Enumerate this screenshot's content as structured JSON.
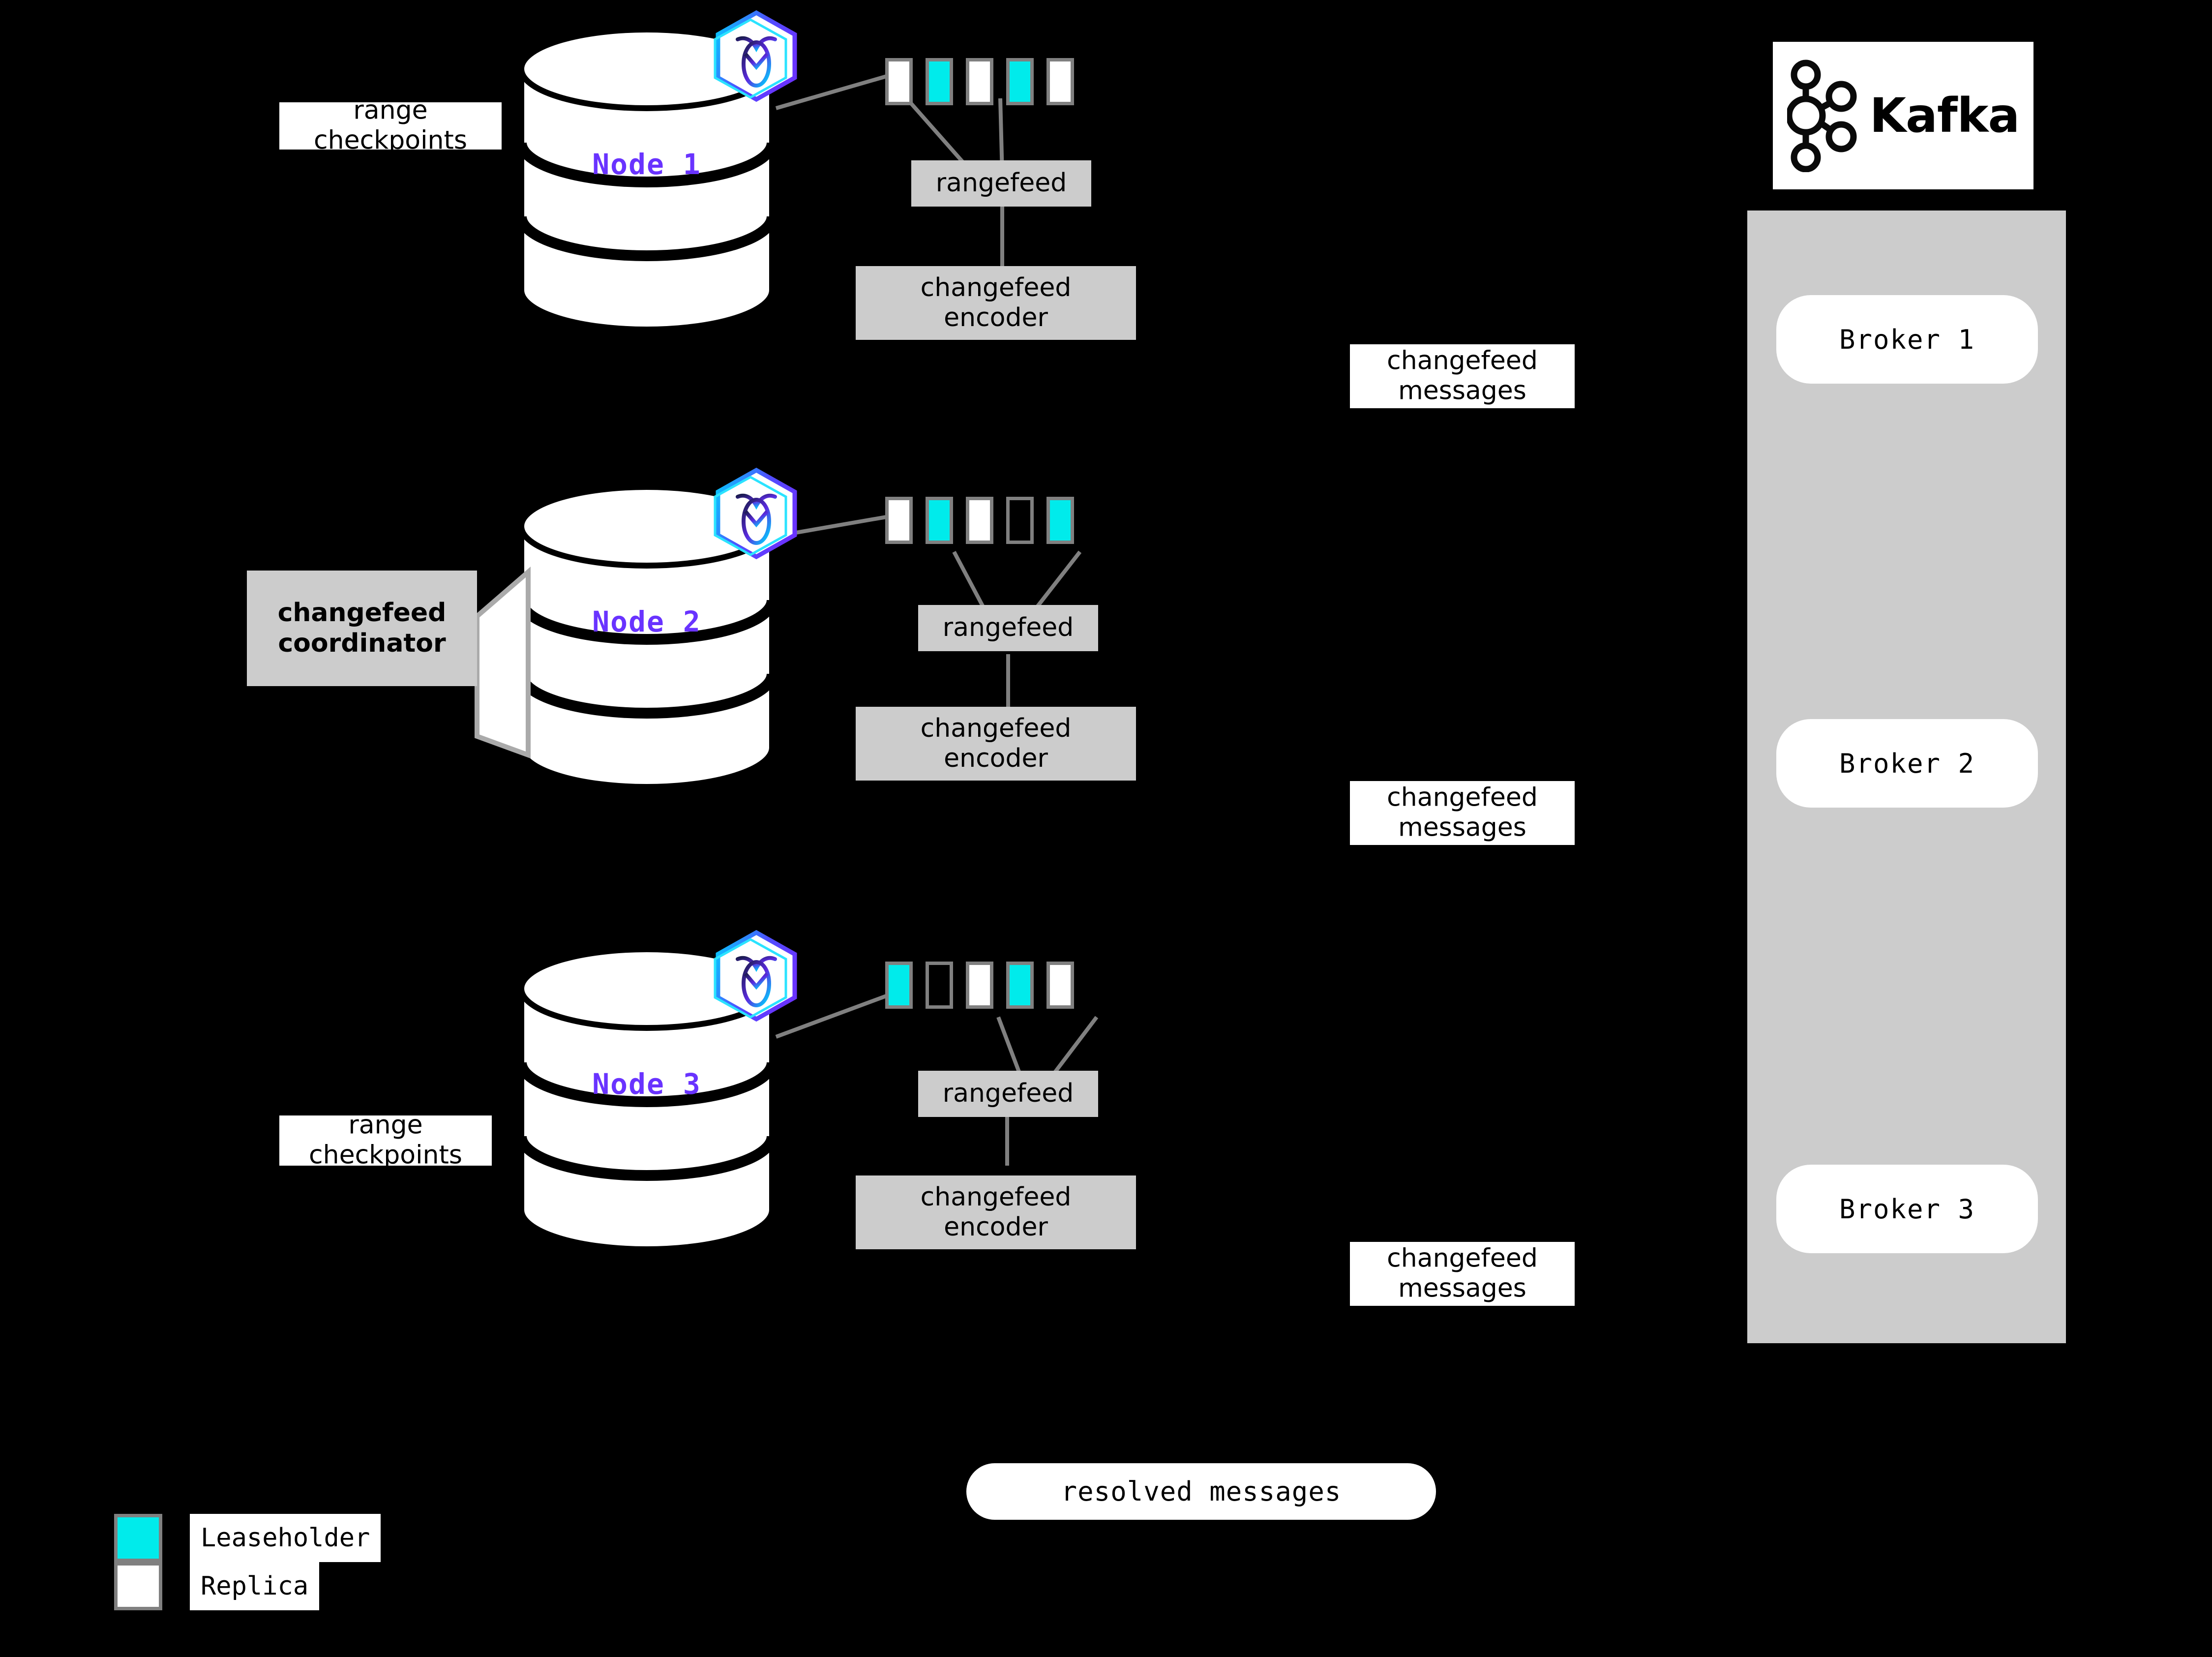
{
  "diagram": {
    "title": "CockroachDB changefeed to Kafka architecture",
    "background_color": "#000000",
    "accent_color": "#6933FF",
    "leaseholder_color": "#00EBEB",
    "replica_color": "#FFFFFF",
    "box_color": "#CCCCCC",
    "outline_color": "#808080"
  },
  "nodes": [
    {
      "label": "Node 1",
      "logo_icon": "cockroachdb-hexagon-icon",
      "ranges": [
        {
          "type": "replica"
        },
        {
          "type": "leaseholder"
        },
        {
          "type": "replica"
        },
        {
          "type": "leaseholder"
        },
        {
          "type": "replica"
        }
      ],
      "rangefeed_label": "rangefeed",
      "encoder_label": "changefeed\nencoder",
      "side_label": "range\ncheckpoints",
      "has_side_label": true,
      "has_coordinator": false,
      "messages_label": "changefeed\nmessages"
    },
    {
      "label": "Node 2",
      "logo_icon": "cockroachdb-hexagon-icon",
      "ranges": [
        {
          "type": "replica"
        },
        {
          "type": "leaseholder"
        },
        {
          "type": "replica"
        },
        {
          "type": "empty"
        },
        {
          "type": "leaseholder"
        }
      ],
      "rangefeed_label": "rangefeed",
      "encoder_label": "changefeed\nencoder",
      "side_label": "",
      "has_side_label": false,
      "has_coordinator": true,
      "coordinator_label": "changefeed\ncoordinator",
      "messages_label": "changefeed\nmessages"
    },
    {
      "label": "Node 3",
      "logo_icon": "cockroachdb-hexagon-icon",
      "ranges": [
        {
          "type": "leaseholder"
        },
        {
          "type": "empty"
        },
        {
          "type": "replica"
        },
        {
          "type": "leaseholder"
        },
        {
          "type": "replica"
        }
      ],
      "rangefeed_label": "rangefeed",
      "encoder_label": "changefeed\nencoder",
      "side_label": "range\ncheckpoints",
      "has_side_label": true,
      "has_coordinator": false,
      "messages_label": "changefeed\nmessages"
    }
  ],
  "kafka": {
    "brand": "Kafka",
    "logo_icon": "kafka-logo-icon",
    "brokers": [
      {
        "label": "Broker 1"
      },
      {
        "label": "Broker 2"
      },
      {
        "label": "Broker 3"
      }
    ]
  },
  "resolved": {
    "label": "resolved messages"
  },
  "legend": {
    "items": [
      {
        "swatch": "leaseholder",
        "label": "Leaseholder"
      },
      {
        "swatch": "replica",
        "label": "Replica"
      }
    ]
  }
}
